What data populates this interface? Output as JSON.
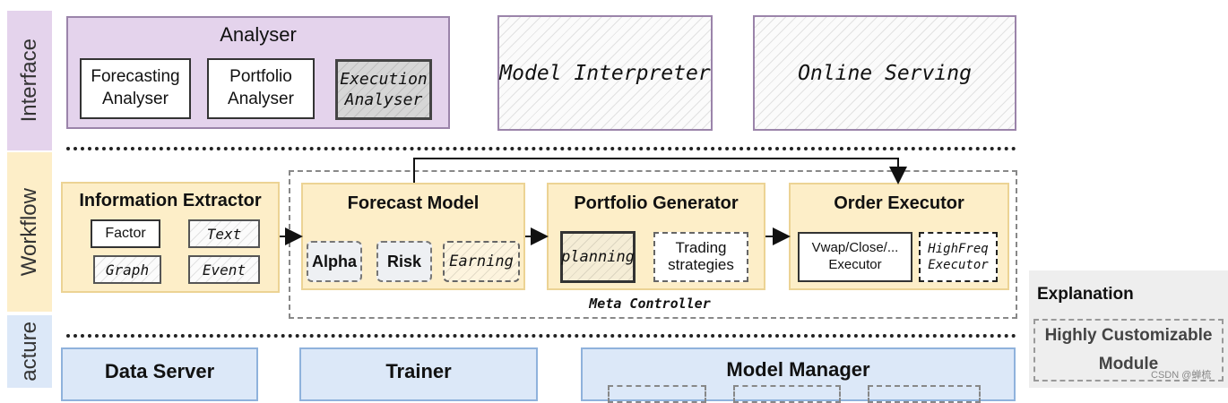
{
  "layers": {
    "interface": "Interface",
    "workflow": "Workflow",
    "infrastructure": "acture"
  },
  "analyser": {
    "title": "Analyser",
    "forecasting": "Forecasting Analyser",
    "portfolio": "Portfolio Analyser",
    "execution": "Execution Analyser"
  },
  "model_interpreter": "Model Interpreter",
  "online_serving": "Online Serving",
  "information_extractor": {
    "title": "Information Extractor",
    "factor": "Factor",
    "text": "Text",
    "graph": "Graph",
    "event": "Event"
  },
  "forecast_model": {
    "title": "Forecast Model",
    "alpha": "Alpha",
    "risk": "Risk",
    "earning": "Earning"
  },
  "portfolio_generator": {
    "title": "Portfolio Generator",
    "planning": "planning",
    "trading": "Trading strategies"
  },
  "order_executor": {
    "title": "Order Executor",
    "vwap": "Vwap/Close/... Executor",
    "highfreq": "HighFreq Executor"
  },
  "meta_controller": "Meta Controller",
  "infra": {
    "data_server": "Data Server",
    "trainer": "Trainer",
    "model_manager": "Model Manager"
  },
  "explanation": {
    "title": "Explanation",
    "highly_customizable": "Highly Customizable Module"
  },
  "watermark": "CSDN @蝉梳",
  "colors": {
    "interface_purple": "#e4d3ec",
    "workflow_yellow": "#fdeec8",
    "infra_blue": "#dce8f8"
  }
}
